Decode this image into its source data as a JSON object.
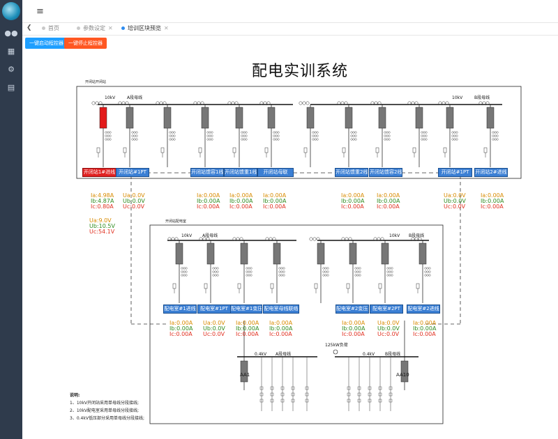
{
  "sidebar": {
    "items": [
      {
        "icon": "users-icon"
      },
      {
        "icon": "grid-icon"
      },
      {
        "icon": "gear-icon"
      },
      {
        "icon": "book-icon"
      }
    ]
  },
  "tabs": [
    {
      "label": "首页",
      "active": false
    },
    {
      "label": "参数设定",
      "active": false
    },
    {
      "label": "培训区块预览",
      "active": true
    }
  ],
  "toolbar": {
    "start_label": "一键启动程控器",
    "stop_label": "一键停止程控器"
  },
  "page_title": "配电实训系统",
  "upper": {
    "section_label": "开闭站开闭站",
    "voltage_left": "10kV",
    "bus_left": "A段母线",
    "voltage_right": "10kV",
    "bus_right": "B段母线",
    "bays": [
      "开闭站1#进线",
      "开闭站#1PT",
      "开闭站馈容1线",
      "开闭站馈重1线",
      "开闭站母联",
      "开闭站馈重2线",
      "开闭站馈容2线",
      "开闭站#1PT",
      "开闭站2#进线"
    ]
  },
  "lower": {
    "section_label": "开闭站配电室",
    "voltage_left": "10kV",
    "bus_left": "A段母线",
    "voltage_right": "10kV",
    "bus_right": "B段母线",
    "bays": [
      "配电室#1进线",
      "配电室#1PT",
      "配电室#1变压器出",
      "配电室母线联络",
      "配电室#2变压器出",
      "配电室#2PT",
      "配电室#2进线"
    ],
    "lv_voltage_left": "0.4kV",
    "lv_bus_left": "A段母线",
    "lv_voltage_right": "0.4kV",
    "lv_bus_right": "B段母线",
    "aa_left": "AA1",
    "aa_right": "AA10",
    "load": "125kW负荷"
  },
  "meters": {
    "m1": {
      "a": "Ia:4.98A",
      "b": "Ib:4.87A",
      "c": "Ic:0.80A"
    },
    "m2": {
      "a": "Ua:0.0V",
      "b": "Ub:0.0V",
      "c": "Uc:0.0V"
    },
    "m3": {
      "a": "Ia:0.00A",
      "b": "Ib:0.00A",
      "c": "Ic:0.00A"
    },
    "m4": {
      "a": "Ia:0.00A",
      "b": "Ib:0.00A",
      "c": "Ic:0.00A"
    },
    "m5": {
      "a": "Ia:0.00A",
      "b": "Ib:0.00A",
      "c": "Ic:0.00A"
    },
    "m6": {
      "a": "Ia:0.00A",
      "b": "Ib:0.00A",
      "c": "Ic:0.00A"
    },
    "m7": {
      "a": "Ia:0.00A",
      "b": "Ib:0.00A",
      "c": "Ic:0.00A"
    },
    "m8": {
      "a": "Ua:0.0V",
      "b": "Ub:0.0V",
      "c": "Uc:0.0V"
    },
    "m9": {
      "a": "Ia:0.00A",
      "b": "Ib:0.00A",
      "c": "Ic:0.00A"
    },
    "m10": {
      "a": "Ua:9.0V",
      "b": "Ub:10.5V",
      "c": "Uc:54.1V"
    },
    "l1": {
      "a": "Ia:0.00A",
      "b": "Ib:0.00A",
      "c": "Ic:0.00A"
    },
    "l2": {
      "a": "Ua:0.0V",
      "b": "Ub:0.0V",
      "c": "Uc:0.0V"
    },
    "l3": {
      "a": "Ia:0.00A",
      "b": "Ib:0.00A",
      "c": "Ic:0.00A"
    },
    "l4": {
      "a": "Ia:0.00A",
      "b": "Ib:0.00A",
      "c": "Ic:0.00A"
    },
    "l5": {
      "a": "Ia:0.00A",
      "b": "Ib:0.00A",
      "c": "Ic:0.00A"
    },
    "l6": {
      "a": "Ua:0.0V",
      "b": "Ub:0.0V",
      "c": "Uc:0.0V"
    },
    "l7": {
      "a": "Ia:0.00A",
      "b": "Ib:0.00A",
      "c": "Ic:0.00A"
    }
  },
  "legend": {
    "title": "说明:",
    "line1": "1、10kV开闭站采用单母线分段接线;",
    "line2": "2、10kV配电室采用单母线分段接线;",
    "line3": "3、0.4kV低压部分采用单母线分段接线;"
  },
  "colors": {
    "sidebar": "#2f3b4c",
    "accent": "#1e9fff",
    "danger": "#ff5722",
    "bay_label": "#3b7fd4",
    "alarm": "#e02020"
  }
}
